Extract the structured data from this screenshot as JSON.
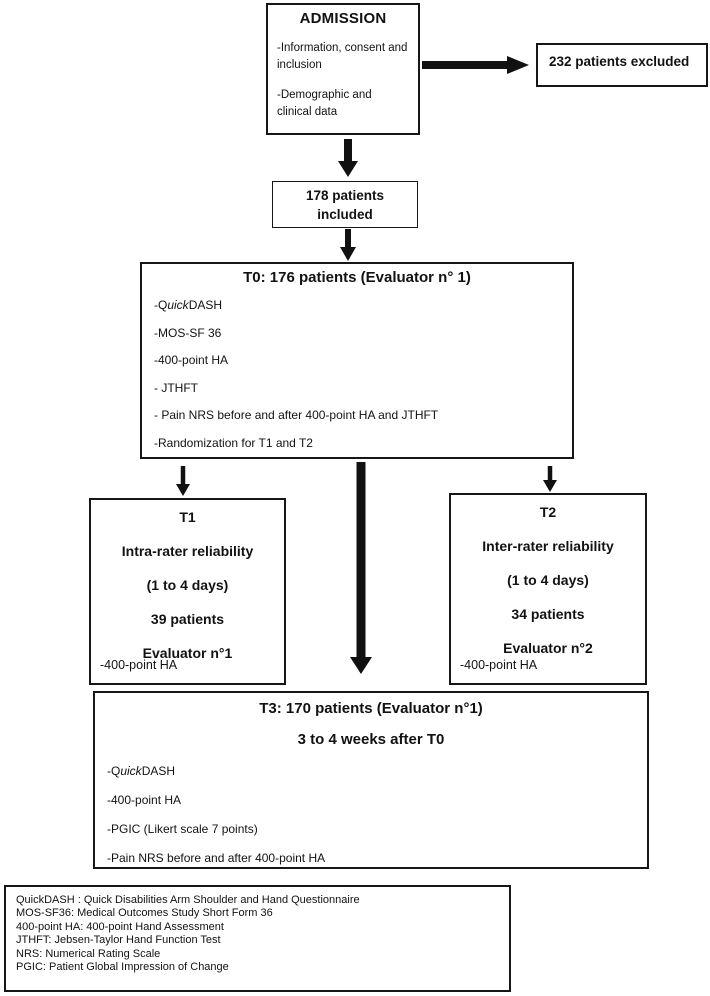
{
  "colors": {
    "ink": "#121212",
    "paper": "#ffffff"
  },
  "boxes": {
    "admission": {
      "title": "ADMISSION",
      "items": [
        "-Information, consent and inclusion",
        "-Demographic and clinical data"
      ]
    },
    "excluded": {
      "label": "232 patients excluded"
    },
    "included": {
      "lines": [
        "178 patients",
        "included"
      ]
    },
    "t0": {
      "title": "T0: 176 patients (Evaluator n° 1)",
      "quickdash": {
        "pre": "-Q",
        "italic": "uick",
        "post": "DASH"
      },
      "items": [
        "-MOS-SF 36",
        "-400-point HA",
        "- JTHFT",
        "- Pain NRS before and after 400-point HA and JTHFT",
        "-Randomization for T1 and T2"
      ]
    },
    "t1": {
      "title": "T1",
      "lines": [
        "Intra-rater reliability",
        "(1 to 4 days)",
        "39 patients",
        "Evaluator n°1"
      ],
      "footer": "-400-point HA"
    },
    "t2": {
      "title": "T2",
      "lines": [
        "Inter-rater reliability",
        "(1 to 4 days)",
        "34 patients",
        "Evaluator n°2"
      ],
      "footer": "-400-point HA"
    },
    "t3": {
      "title": "T3: 170 patients (Evaluator n°1)",
      "subtitle": "3 to 4 weeks after T0",
      "quickdash": {
        "pre": "-Q",
        "italic": "uick",
        "post": "DASH"
      },
      "items": [
        "-400-point HA",
        "-PGIC (Likert scale 7 points)",
        "-Pain NRS before and after 400-point HA"
      ]
    },
    "legend": {
      "lines": [
        "QuickDASH : Quick Disabilities Arm Shoulder and Hand Questionnaire",
        "MOS-SF36: Medical Outcomes Study Short Form 36",
        "400-point HA: 400-point Hand Assessment",
        "JTHFT: Jebsen-Taylor Hand Function Test",
        "NRS: Numerical Rating Scale",
        "PGIC: Patient Global Impression of Change"
      ]
    }
  }
}
